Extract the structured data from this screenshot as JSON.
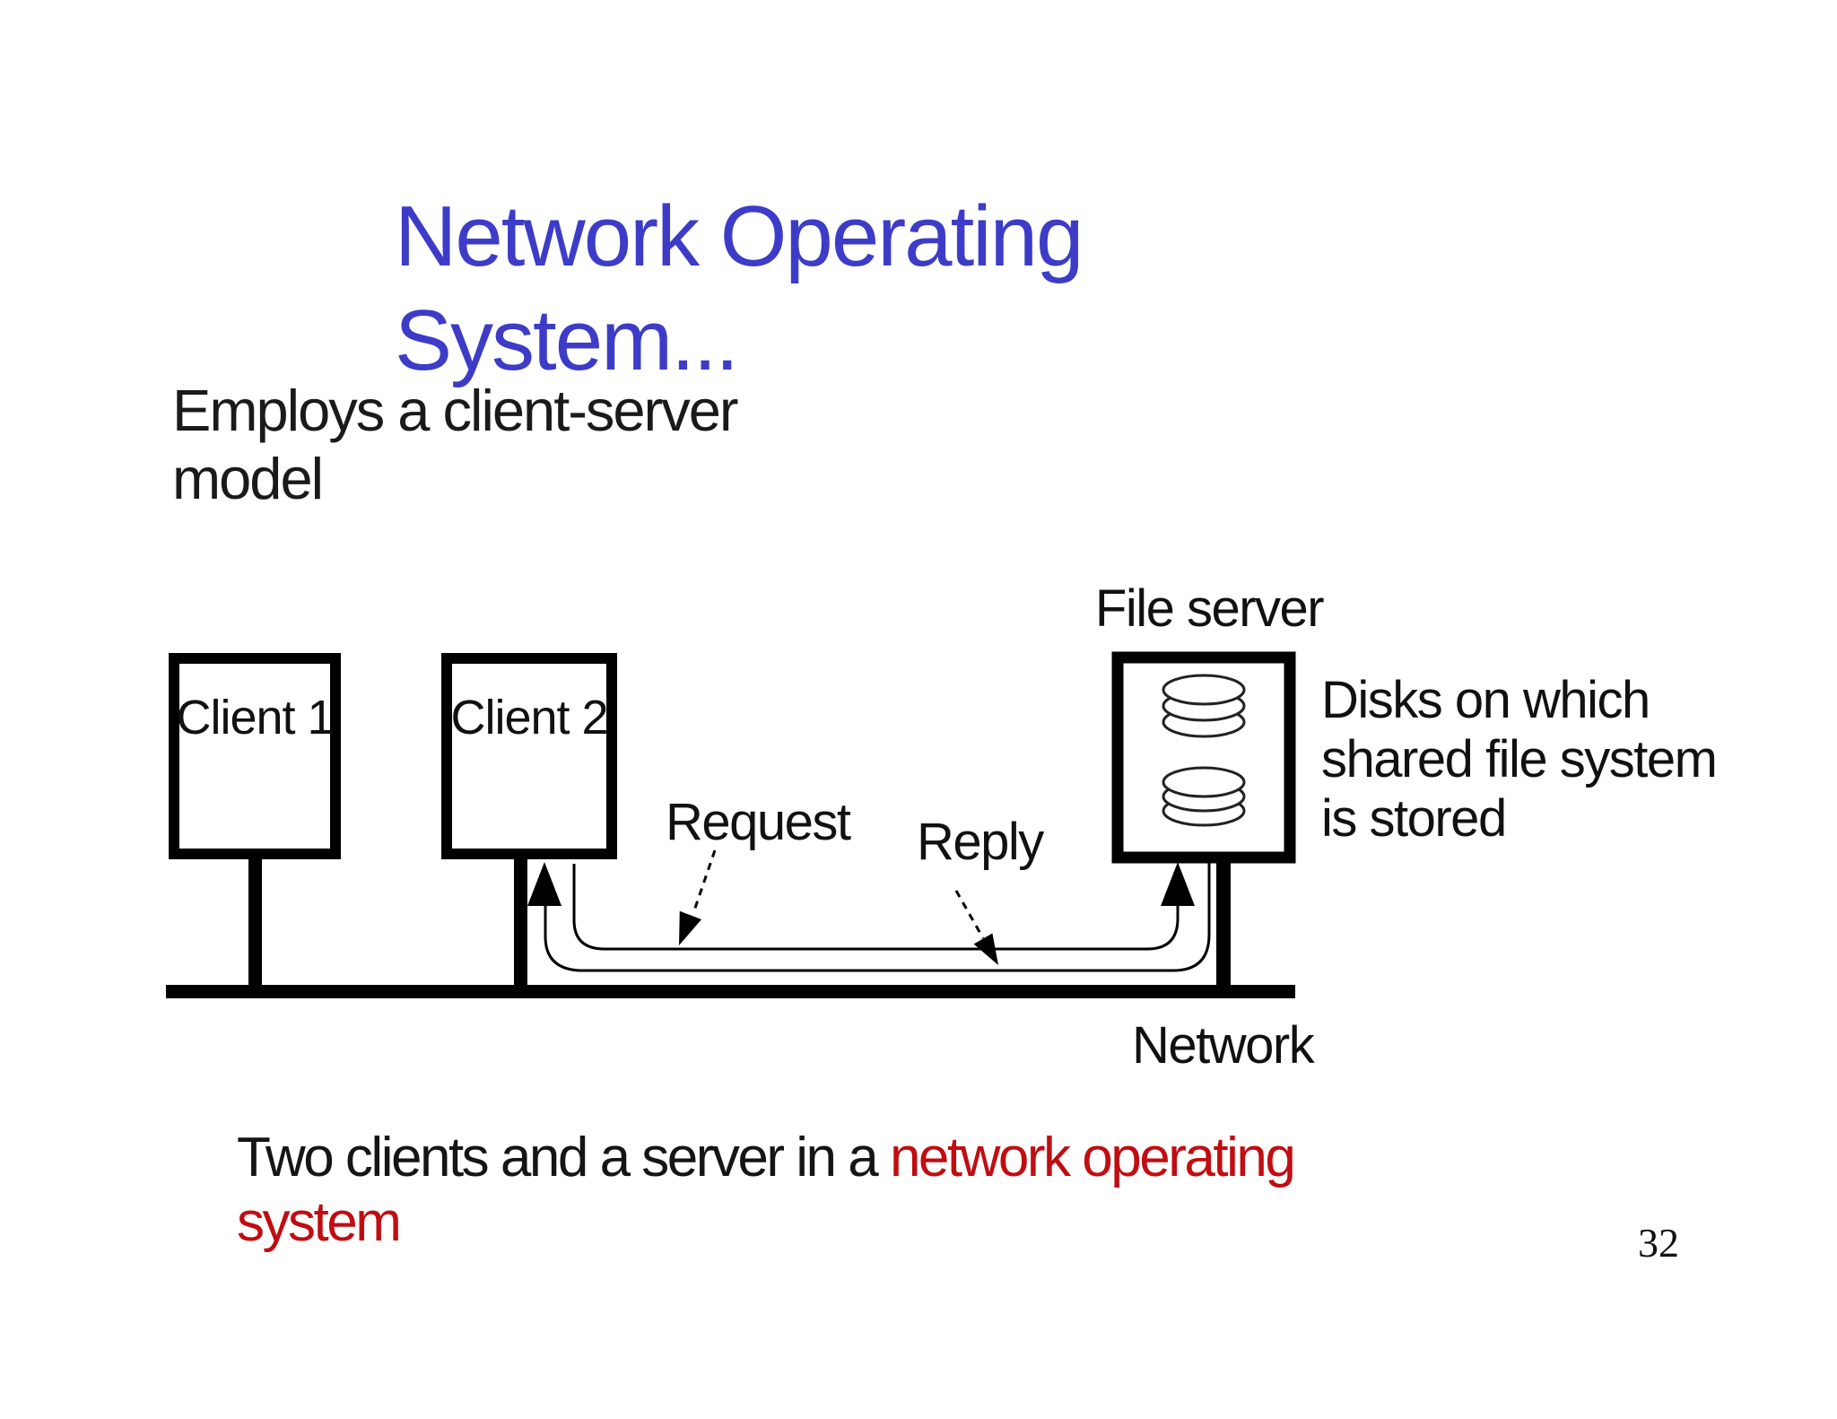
{
  "slide": {
    "title": {
      "line1": "Network Operating",
      "line2": "System..."
    },
    "subtitle": {
      "line1": "Employs a client-server",
      "line2": "model"
    },
    "caption": {
      "lead": "Two clients and a server in a ",
      "highlight_line1": "network operating",
      "highlight_line2": "system"
    },
    "page_number": "32",
    "colors": {
      "title_blue": "#3C3CC8",
      "highlight_red": "#C00D12",
      "text_black": "#1A1A1A",
      "diagram_black": "#000000"
    }
  },
  "diagram": {
    "client1_label": "Client 1",
    "client2_label": "Client 2",
    "file_server_label": "File server",
    "request_label": "Request",
    "reply_label": "Reply",
    "network_label": "Network",
    "disks_note": {
      "line1": "Disks on which",
      "line2": "shared file system",
      "line3": "is stored"
    },
    "icons": {
      "disk_stack": "disk-stack-icon"
    }
  }
}
